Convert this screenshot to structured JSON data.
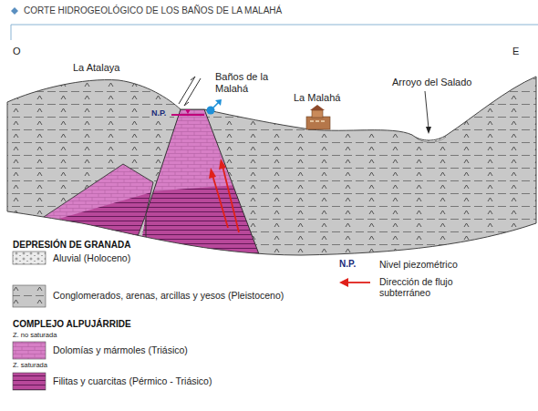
{
  "diagram": {
    "title": "CORTE HIDROGEOLÓGICO DE LOS BAÑOS DE LA MALAHÁ",
    "labels": [
      "O",
      "E",
      "La Atalaya",
      "Baños de la Malahá",
      "La Malahá",
      "Arroyo del Salado",
      "N.P.",
      "DEPRESIÓN DE GRANADA",
      "COMPLEJO ALPUJÁRRIDE",
      "Z. no saturada",
      "Z. saturada",
      "N.P."
    ],
    "legend": [
      {
        "text": "Aluvial (Holoceno)",
        "color": "#ececec"
      },
      {
        "text": "Conglomerados, arenas, arcillas y yesos (Pleistoceno)",
        "color": "#c8c8c8"
      },
      {
        "text": "Dolomías y mármoles (Triásico)",
        "color": "#d77fc6"
      },
      {
        "text": "Filitas y cuarcitas (Pérmico - Triásico)",
        "color": "#b8489a"
      },
      {
        "text": "Nivel piezométrico"
      },
      {
        "text": "Dirección de flujo subterráneo"
      }
    ]
  }
}
